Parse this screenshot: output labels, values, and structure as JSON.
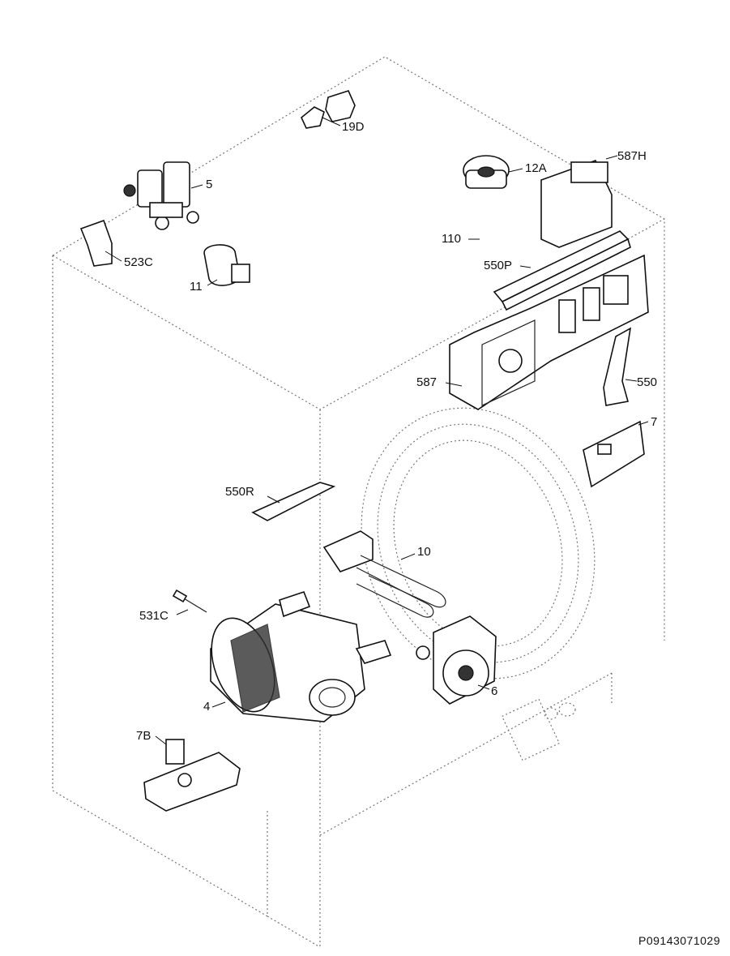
{
  "labels": {
    "p19d": "19D",
    "p5": "5",
    "p12a": "12A",
    "p587h": "587H",
    "p110": "110",
    "p523c": "523C",
    "p11": "11",
    "p550p": "550P",
    "p587": "587",
    "p550": "550",
    "p7": "7",
    "p550r": "550R",
    "p10": "10",
    "p531c": "531C",
    "p6": "6",
    "p4": "4",
    "p7b": "7B"
  },
  "doc_number": "P09143071029"
}
